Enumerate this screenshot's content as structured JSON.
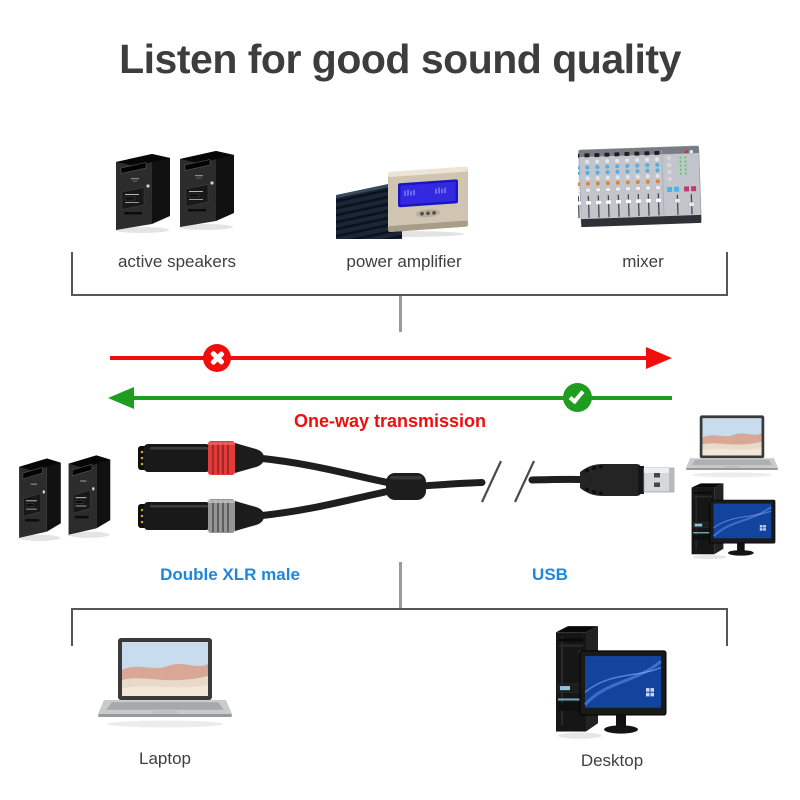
{
  "page": {
    "title": "Listen for good sound quality",
    "background": "#ffffff",
    "title_color": "#3d3d3d"
  },
  "top_row": {
    "items": [
      {
        "label": "active speakers",
        "icon": "active-speakers-image"
      },
      {
        "label": "power amplifier",
        "icon": "power-amplifier-image"
      },
      {
        "label": "mixer",
        "icon": "mixer-image"
      }
    ]
  },
  "transmission": {
    "label": "One-way transmission",
    "label_color": "#f20d0d",
    "forward_arrow": {
      "color": "#f20d0d",
      "icon": "cross-circle-icon"
    },
    "backward_arrow": {
      "color": "#1f9d20",
      "icon": "check-circle-icon"
    }
  },
  "cable_section": {
    "left_connector_label": "Double XLR male",
    "right_connector_label": "USB",
    "label_color": "#1e87dc"
  },
  "bottom_row": {
    "items": [
      {
        "label": "Laptop",
        "icon": "laptop-image"
      },
      {
        "label": "Desktop",
        "icon": "desktop-image"
      }
    ]
  }
}
